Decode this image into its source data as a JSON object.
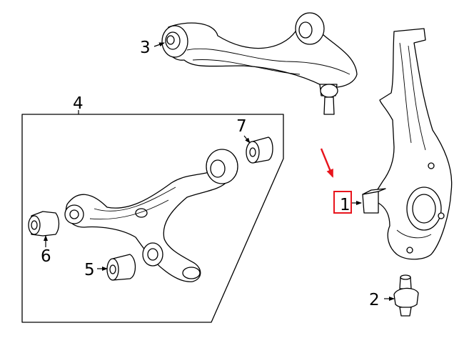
{
  "callouts": {
    "c1": "1",
    "c2": "2",
    "c3": "3",
    "c4": "4",
    "c5": "5",
    "c6": "6",
    "c7": "7"
  },
  "highlight": {
    "box_color": "#e8141c",
    "arrow_color": "#e8141c",
    "target_callout": "1"
  }
}
